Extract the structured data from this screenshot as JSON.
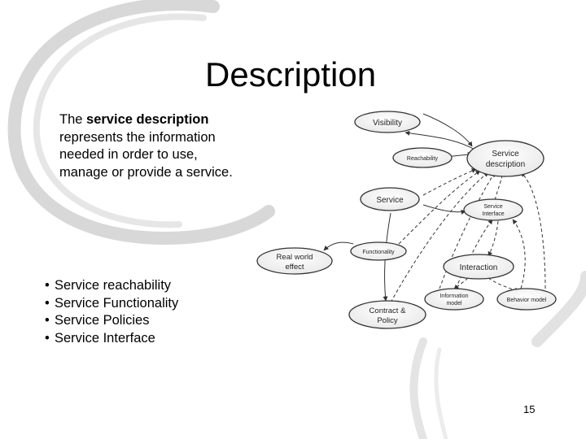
{
  "slide": {
    "title": "Description",
    "intro": {
      "prefix": "The ",
      "bold": "service description",
      "suffix": " represents the information needed in order to use, manage or provide a service."
    },
    "bullets": [
      "Service reachability",
      "Service Functionality",
      "Service Policies",
      "Service Interface"
    ],
    "bullet_char": "•",
    "page_number": "15"
  },
  "diagram": {
    "nodes": {
      "visibility": "Visibility",
      "reachability": "Reachability",
      "service_description_1": "Service",
      "service_description_2": "description",
      "service": "Service",
      "service_interface_1": "Service",
      "service_interface_2": "Interface",
      "real_world_effect_1": "Real world",
      "real_world_effect_2": "effect",
      "functionality": "Functionality",
      "interaction": "Interaction",
      "information_model_1": "Information",
      "information_model_2": "model",
      "behavior_model": "Behavior model",
      "contract_policy_1": "Contract &",
      "contract_policy_2": "Policy"
    }
  }
}
